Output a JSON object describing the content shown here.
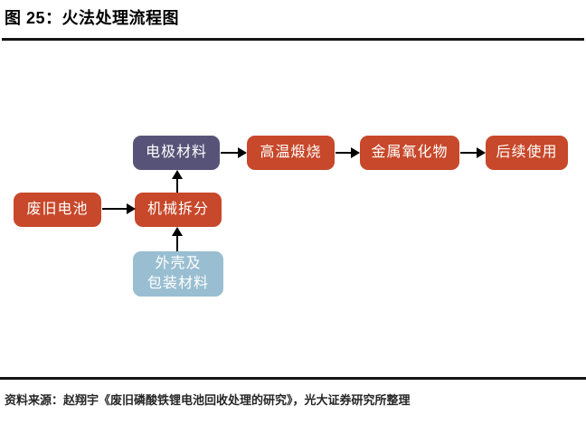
{
  "figure": {
    "title": "图 25：火法处理流程图",
    "source_note": "资料来源：赵翔宇《废旧磷酸铁锂电池回收处理的研究》，光大证券研究所整理"
  },
  "colors": {
    "node_red": "#c7482a",
    "node_slate": "#575378",
    "node_blue": "#99bed1",
    "node_text": "#ffffff",
    "arrow": "#000000",
    "rule": "#141414",
    "title_text": "#000000",
    "source_text": "#262626"
  },
  "flowchart": {
    "nodes": [
      {
        "id": "waste-batteries",
        "label": "废旧电池",
        "color_key": "node_red"
      },
      {
        "id": "mechanical-disassembly",
        "label": "机械拆分",
        "color_key": "node_red"
      },
      {
        "id": "electrode-materials",
        "label": "电极材料",
        "color_key": "node_slate"
      },
      {
        "id": "shell-and-packaging",
        "label": "外壳及\n包装材料",
        "color_key": "node_blue"
      },
      {
        "id": "high-temp-calcination",
        "label": "高温煅烧",
        "color_key": "node_red"
      },
      {
        "id": "metal-oxides",
        "label": "金属氧化物",
        "color_key": "node_red"
      },
      {
        "id": "subsequent-use",
        "label": "后续使用",
        "color_key": "node_red"
      }
    ],
    "edges": [
      {
        "from": "waste-batteries",
        "to": "mechanical-disassembly",
        "direction": "right"
      },
      {
        "from": "mechanical-disassembly",
        "to": "electrode-materials",
        "direction": "up"
      },
      {
        "from": "shell-and-packaging",
        "to": "mechanical-disassembly",
        "direction": "up"
      },
      {
        "from": "electrode-materials",
        "to": "high-temp-calcination",
        "direction": "right"
      },
      {
        "from": "high-temp-calcination",
        "to": "metal-oxides",
        "direction": "right"
      },
      {
        "from": "metal-oxides",
        "to": "subsequent-use",
        "direction": "right"
      }
    ]
  }
}
